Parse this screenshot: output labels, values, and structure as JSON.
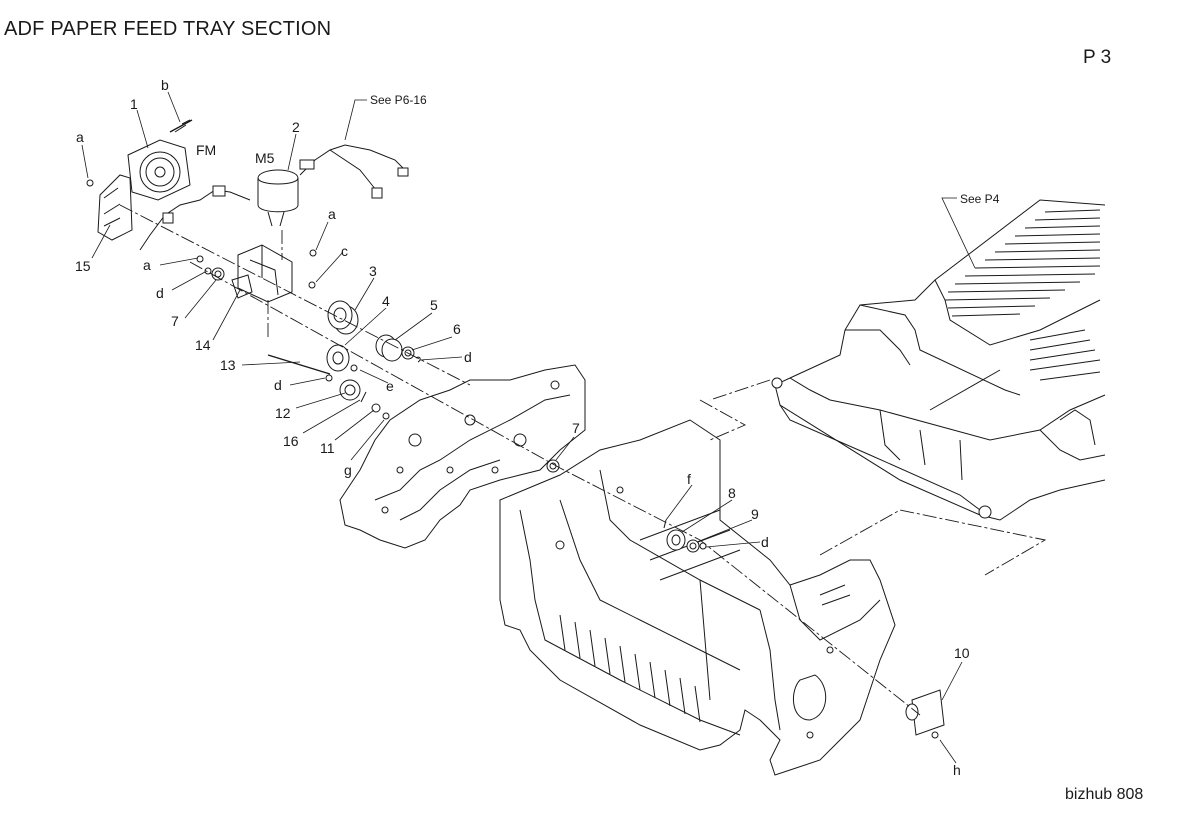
{
  "header": {
    "title": "ADF PAPER FEED TRAY SECTION",
    "page": "P 3"
  },
  "footer": {
    "model": "bizhub 808"
  },
  "references": {
    "p6_16": "See P6-16",
    "p4": "See P4"
  },
  "labels": {
    "fm": "FM",
    "m5": "M5",
    "n1": "1",
    "n2": "2",
    "n3": "3",
    "n4": "4",
    "n5": "5",
    "n6": "6",
    "n7a": "7",
    "n7b": "7",
    "n8": "8",
    "n9": "9",
    "n10": "10",
    "n11": "11",
    "n12": "12",
    "n13": "13",
    "n14": "14",
    "n15": "15",
    "n16": "16",
    "a1": "a",
    "a2": "a",
    "a3": "a",
    "b": "b",
    "c": "c",
    "d1": "d",
    "d2": "d",
    "d3": "d",
    "d4": "d",
    "e": "e",
    "f": "f",
    "g": "g",
    "h": "h"
  }
}
